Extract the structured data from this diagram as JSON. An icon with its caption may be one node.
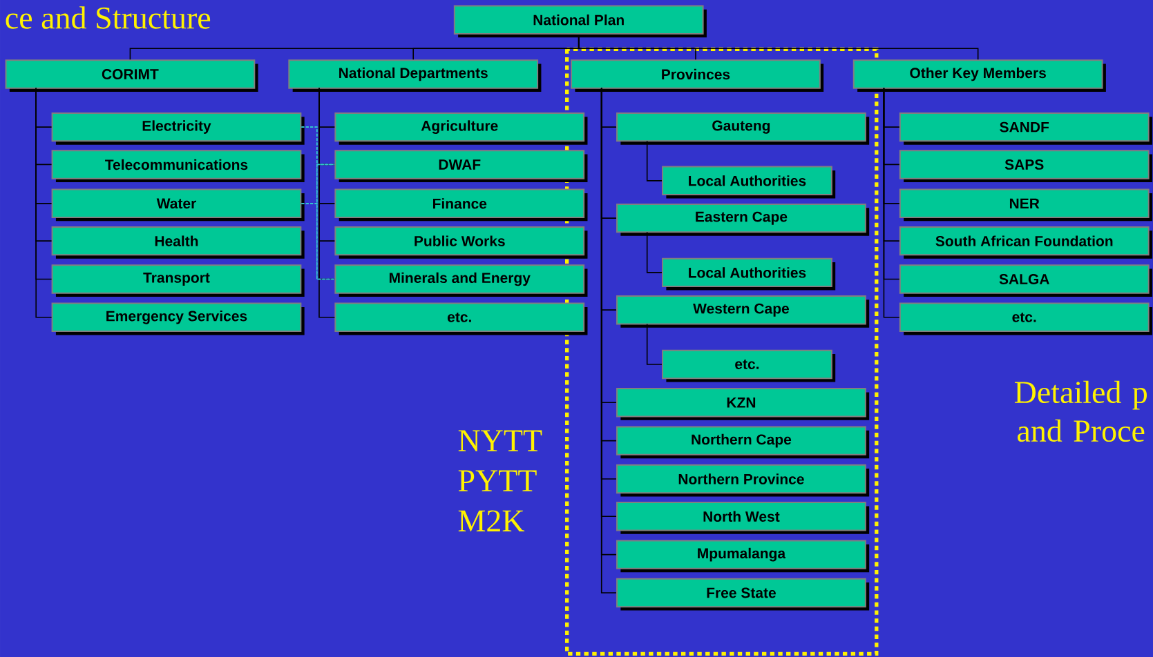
{
  "diagram": {
    "title": "ce and Structure",
    "nodes": [
      {
        "text": [
          "National Plan"
        ]
      },
      {
        "text": [
          "CORIMT"
        ]
      },
      {
        "text": [
          "Electricity"
        ]
      },
      {
        "text": [
          "Telecommunications"
        ]
      },
      {
        "text": [
          "Water"
        ]
      },
      {
        "text": [
          "Health"
        ]
      },
      {
        "text": [
          "Transport"
        ]
      },
      {
        "text": [
          "Emergency Services"
        ]
      },
      {
        "text": [
          "National Departments"
        ]
      },
      {
        "text": [
          "Agriculture"
        ]
      },
      {
        "text": [
          "DWAF"
        ]
      },
      {
        "text": [
          "Finance"
        ]
      },
      {
        "text": [
          "Public Works"
        ]
      },
      {
        "text": [
          "Minerals and Energy"
        ]
      },
      {
        "text": [
          "etc."
        ]
      },
      {
        "text": [
          "Provinces"
        ]
      },
      {
        "text": [
          "Gauteng"
        ]
      },
      {
        "text": [
          "Local Authorities"
        ]
      },
      {
        "text": [
          "Eastern Cape"
        ]
      },
      {
        "text": [
          "Local Authorities"
        ]
      },
      {
        "text": [
          "Western Cape"
        ]
      },
      {
        "text": [
          "etc."
        ]
      },
      {
        "text": [
          "KZN"
        ]
      },
      {
        "text": [
          "Northern Cape"
        ]
      },
      {
        "text": [
          "Northern Province"
        ]
      },
      {
        "text": [
          "North West"
        ]
      },
      {
        "text": [
          "Mpumalanga"
        ]
      },
      {
        "text": [
          "Free State"
        ]
      },
      {
        "text": [
          "Other Key Members"
        ]
      },
      {
        "text": [
          "SANDF"
        ]
      },
      {
        "text": [
          "SAPS"
        ]
      },
      {
        "text": [
          "NER"
        ]
      },
      {
        "text": [
          "South African Foundation"
        ]
      },
      {
        "text": [
          "SALGA"
        ]
      },
      {
        "text": [
          "etc."
        ]
      }
    ],
    "edges": [
      {
        "from": 0,
        "to": 1,
        "arrow": "none"
      },
      {
        "from": 0,
        "to": 8,
        "arrow": "none"
      },
      {
        "from": 0,
        "to": 15,
        "arrow": "none"
      },
      {
        "from": 0,
        "to": 28,
        "arrow": "none"
      },
      {
        "from": 1,
        "to": 2,
        "arrow": "none"
      },
      {
        "from": 1,
        "to": 3,
        "arrow": "none"
      },
      {
        "from": 1,
        "to": 4,
        "arrow": "none"
      },
      {
        "from": 1,
        "to": 5,
        "arrow": "none"
      },
      {
        "from": 1,
        "to": 6,
        "arrow": "none"
      },
      {
        "from": 1,
        "to": 7,
        "arrow": "none"
      },
      {
        "from": 8,
        "to": 9,
        "arrow": "none"
      },
      {
        "from": 8,
        "to": 10,
        "arrow": "none"
      },
      {
        "from": 8,
        "to": 11,
        "arrow": "none"
      },
      {
        "from": 8,
        "to": 12,
        "arrow": "none"
      },
      {
        "from": 8,
        "to": 13,
        "arrow": "none"
      },
      {
        "from": 8,
        "to": 14,
        "arrow": "none"
      },
      {
        "from": 15,
        "to": 16,
        "arrow": "none"
      },
      {
        "from": 16,
        "to": 17,
        "arrow": "none"
      },
      {
        "from": 15,
        "to": 18,
        "arrow": "none"
      },
      {
        "from": 18,
        "to": 19,
        "arrow": "none"
      },
      {
        "from": 15,
        "to": 20,
        "arrow": "none"
      },
      {
        "from": 20,
        "to": 21,
        "arrow": "none"
      },
      {
        "from": 15,
        "to": 22,
        "arrow": "none"
      },
      {
        "from": 15,
        "to": 23,
        "arrow": "none"
      },
      {
        "from": 15,
        "to": 24,
        "arrow": "none"
      },
      {
        "from": 15,
        "to": 25,
        "arrow": "none"
      },
      {
        "from": 15,
        "to": 26,
        "arrow": "none"
      },
      {
        "from": 15,
        "to": 27,
        "arrow": "none"
      },
      {
        "from": 28,
        "to": 29,
        "arrow": "none"
      },
      {
        "from": 28,
        "to": 30,
        "arrow": "none"
      },
      {
        "from": 28,
        "to": 31,
        "arrow": "none"
      },
      {
        "from": 28,
        "to": 32,
        "arrow": "none"
      },
      {
        "from": 28,
        "to": 33,
        "arrow": "none"
      },
      {
        "from": 28,
        "to": 34,
        "arrow": "none"
      },
      {
        "from": 2,
        "to": 10,
        "arrow": "none",
        "style": "dashed",
        "color": "#33cccc"
      },
      {
        "from": 2,
        "to": 13,
        "arrow": "none",
        "style": "dashed",
        "color": "#33cccc"
      },
      {
        "from": 4,
        "to": 10,
        "arrow": "none",
        "style": "dashed",
        "color": "#33cccc"
      },
      {
        "from": 4,
        "to": 13,
        "arrow": "none",
        "style": "dashed",
        "color": "#33cccc"
      }
    ],
    "labels": [
      "NYTT",
      "PYTT",
      "M2K",
      "Detailed p and Proce"
    ]
  }
}
